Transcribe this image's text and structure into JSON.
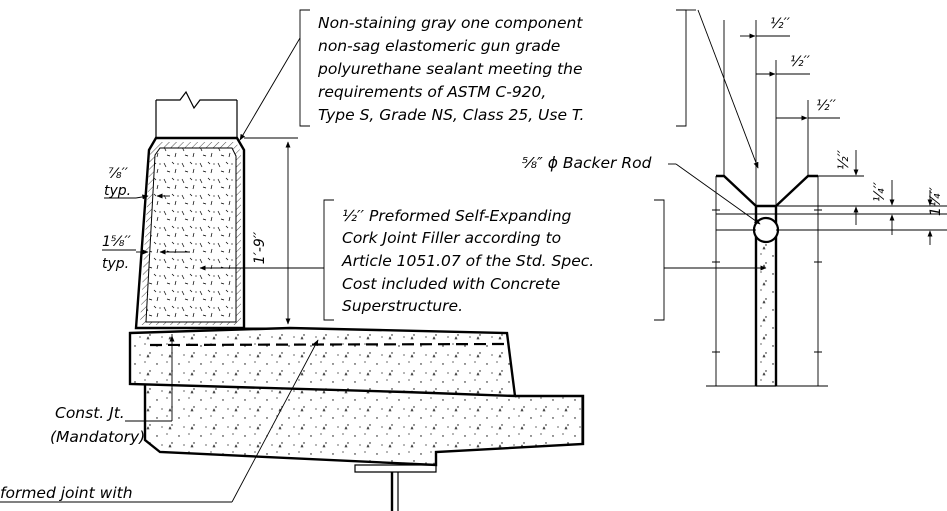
{
  "notes": {
    "sealant": [
      "Non-staining gray one component",
      "non-sag elastomeric gun grade",
      "polyurethane sealant meeting the",
      "requirements of ASTM C-920,",
      "Type S, Grade NS, Class 25, Use T."
    ],
    "cork": [
      "½′′ Preformed Self-Expanding",
      "Cork Joint Filler according to",
      "Article 1051.07 of the Std. Spec.",
      "Cost included with Concrete",
      "Superstructure."
    ],
    "backer_rod": "⅝″ ϕ Backer Rod",
    "const_jt": [
      "Const. Jt.",
      "(Mandatory)"
    ],
    "formed_joint": "formed joint with"
  },
  "dims": {
    "height": "1′-9′′",
    "seven_eighths": "⅞′′",
    "seven_eighths_typ": "typ.",
    "one_five_eighths": "1⅝′′",
    "one_five_eighths_typ": "typ.",
    "half_1": "½′′",
    "half_2": "½′′",
    "half_3": "½′′",
    "half_4": "½′′",
    "quarter": "¼′′",
    "one_quarter": "1¼′′"
  }
}
